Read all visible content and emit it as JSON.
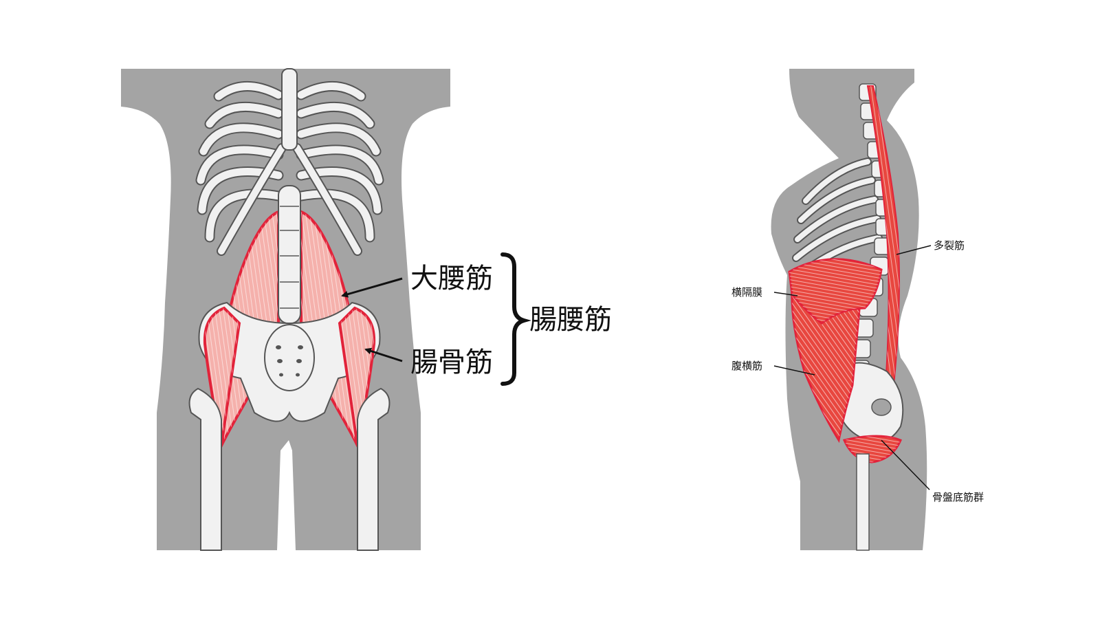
{
  "colors": {
    "silhouette": "#a4a4a4",
    "bone": "#f1f1f1",
    "bone_outline": "#555555",
    "muscle_fill": "#f5b1ac",
    "muscle_outline": "#e2233a",
    "muscle_deep": "#e8473f"
  },
  "front_view": {
    "labels": {
      "psoas_major": "大腰筋",
      "iliacus": "腸骨筋",
      "iliopsoas": "腸腰筋"
    }
  },
  "side_view": {
    "labels": {
      "multifidus": "多裂筋",
      "diaphragm": "横隔膜",
      "transversus_abdominis": "腹横筋",
      "pelvic_floor": "骨盤底筋群"
    }
  }
}
